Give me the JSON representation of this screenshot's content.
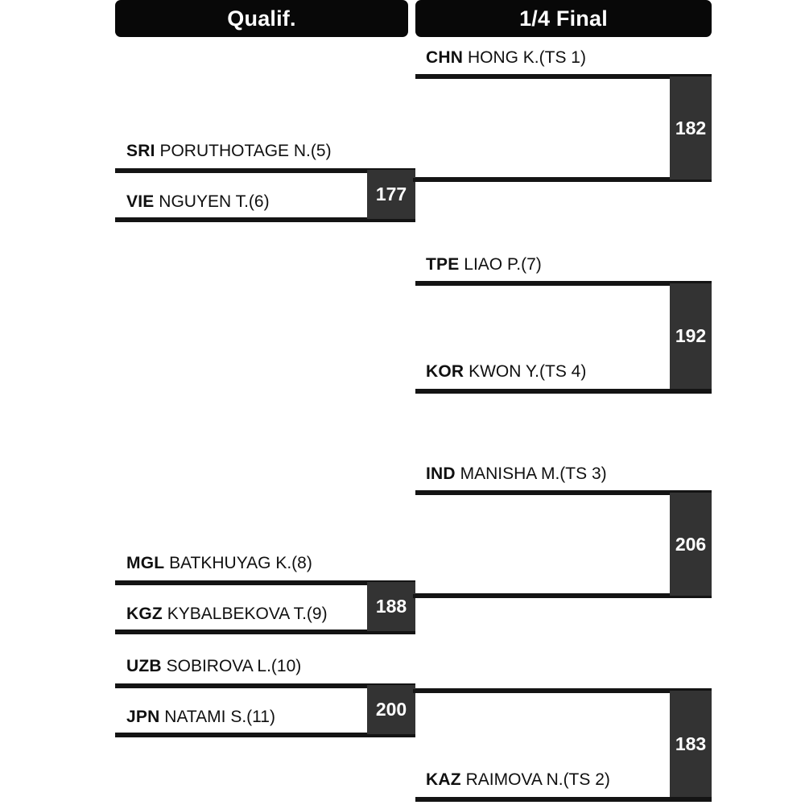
{
  "rounds": [
    {
      "label": "Qualif."
    },
    {
      "label": "1/4 Final"
    }
  ],
  "qualifying_matches": [
    {
      "top": {
        "noc": "SRI",
        "name": " PORUTHOTAGE N.(5)"
      },
      "bottom": {
        "noc": "VIE",
        "name": " NGUYEN T.(6)"
      },
      "score": "177"
    },
    {
      "top": {
        "noc": "MGL",
        "name": " BATKHUYAG K.(8)"
      },
      "bottom": {
        "noc": "KGZ",
        "name": " KYBALBEKOVA T.(9)"
      },
      "score": "188"
    },
    {
      "top": {
        "noc": "UZB",
        "name": " SOBIROVA L.(10)"
      },
      "bottom": {
        "noc": "JPN",
        "name": " NATAMI S.(11)"
      },
      "score": "200"
    }
  ],
  "quarterfinal_matches": [
    {
      "top": {
        "noc": "CHN",
        "name": " HONG K.(TS 1)"
      },
      "bottom": {
        "noc": "",
        "name": ""
      },
      "score": "182"
    },
    {
      "top": {
        "noc": "TPE",
        "name": " LIAO P.(7)"
      },
      "bottom": {
        "noc": "KOR",
        "name": " KWON Y.(TS 4)"
      },
      "score": "192"
    },
    {
      "top": {
        "noc": "IND",
        "name": " MANISHA M.(TS 3)"
      },
      "bottom": {
        "noc": "",
        "name": ""
      },
      "score": "206"
    },
    {
      "top": {
        "noc": "",
        "name": ""
      },
      "bottom": {
        "noc": "KAZ",
        "name": " RAIMOVA N.(TS 2)"
      },
      "score": "183"
    }
  ],
  "colors": {
    "rail": "#141414",
    "score_block": "#333333",
    "banner": "#080808",
    "text": "#101010",
    "background": "#ffffff"
  }
}
